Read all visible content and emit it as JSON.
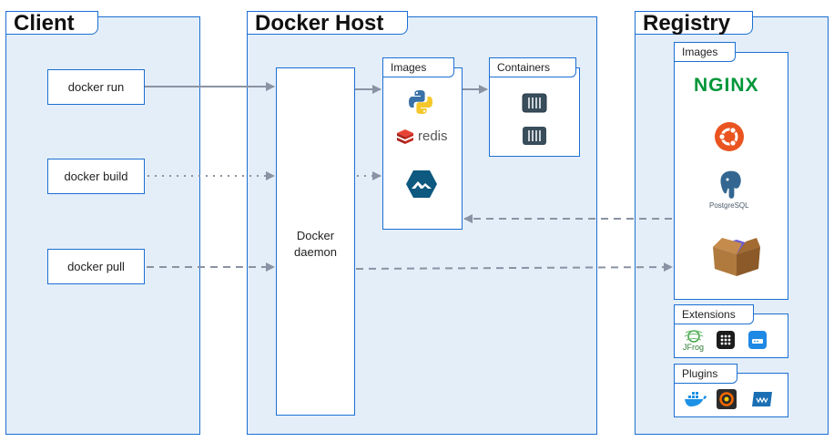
{
  "client": {
    "title": "Client",
    "commands": [
      "docker run",
      "docker build",
      "docker pull"
    ]
  },
  "host": {
    "title": "Docker Host",
    "daemon_line1": "Docker",
    "daemon_line2": "daemon",
    "images_label": "Images",
    "containers_label": "Containers",
    "redis_text": "redis"
  },
  "registry": {
    "title": "Registry",
    "images_label": "Images",
    "extensions_label": "Extensions",
    "plugins_label": "Plugins",
    "nginx_text": "NGINX",
    "postgres_text": "PostgreSQL",
    "jfrog_text": "JFrog"
  },
  "colors": {
    "panel_bg": "#e3eef9",
    "border": "#1c6fd1",
    "arrow": "#8a93a3",
    "nginx": "#009639",
    "ubuntu": "#e95420",
    "redis": "#d82c20"
  },
  "icons": [
    "python-icon",
    "redis-icon",
    "alpine-icon",
    "container-icon",
    "nginx-logo",
    "ubuntu-icon",
    "postgresql-icon",
    "box-icon",
    "jfrog-icon",
    "grid-icon",
    "portainer-icon",
    "docker-whale-icon",
    "grafana-icon",
    "vmware-icon"
  ]
}
